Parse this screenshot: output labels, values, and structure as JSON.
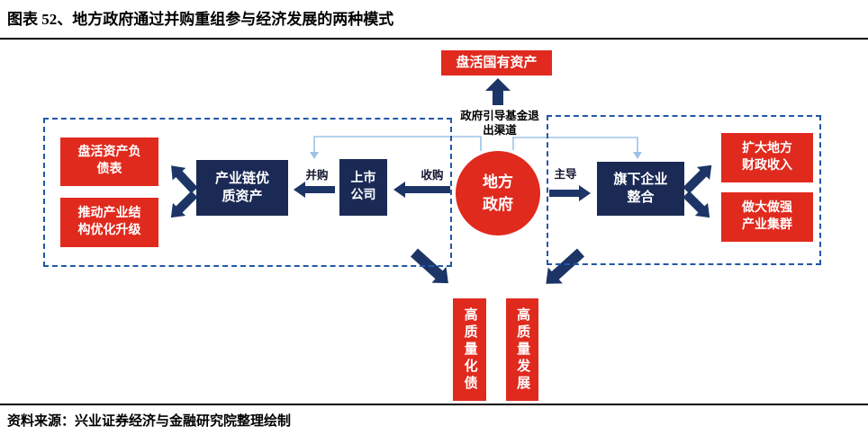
{
  "title": "图表 52、地方政府通过并购重组参与经济发展的两种模式",
  "source": "资料来源：兴业证券经济与金融研究院整理绘制",
  "colors": {
    "red": "#e02a1e",
    "navy_box": "#1b2a55",
    "arrow_navy": "#1c3566",
    "dashed_blue": "#2257a8",
    "light_blue": "#9dc3e6"
  },
  "top_flow": {
    "result_box": "盘活国有资产",
    "channel_label": "政府引导基金退\n出渠道"
  },
  "center_circle": {
    "label": "地方\n政府"
  },
  "left_flow": {
    "merge_label": "并购",
    "acquire_label": "收购",
    "listed_company": "上市\n公司",
    "chain_assets": "产业链优\n质资产",
    "outcomes": [
      "盘活资产负\n债表",
      "推动产业结\n构优化升级"
    ]
  },
  "right_flow": {
    "lead_label": "主导",
    "integration": "旗下企业\n整合",
    "outcomes": [
      "扩大地方\n财政收入",
      "做大做强\n产业集群"
    ]
  },
  "bottom_flow": {
    "boxes": [
      "高质量化债",
      "高质量发展"
    ]
  }
}
